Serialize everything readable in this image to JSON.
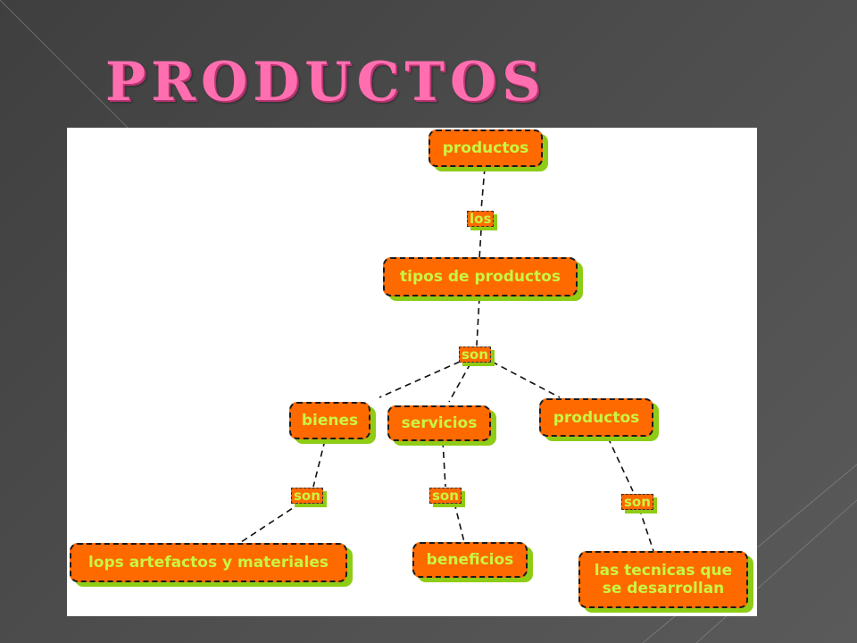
{
  "slide": {
    "title": "PRODUCTOS"
  },
  "diagram": {
    "nodes": {
      "root": "productos",
      "tipos": "tipos de productos",
      "bienes": "bienes",
      "servicios": "servicios",
      "productos2": "productos",
      "artefactos": "lops artefactos y materiales",
      "beneficios": "beneficios",
      "tecnicas": "las tecnicas que se desarrollan"
    },
    "links": {
      "los": "los",
      "son_main": "son",
      "son_bienes": "son",
      "son_servicios": "son",
      "son_productos": "son"
    },
    "colors": {
      "node_fill": "#ff6a00",
      "node_text": "#c9f542",
      "shadow": "#8fcc16",
      "title": "#ff6fb0"
    }
  }
}
